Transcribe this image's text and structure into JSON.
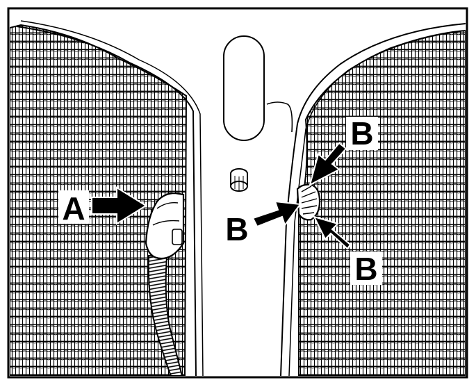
{
  "callouts": {
    "a": "A",
    "b_top": "B",
    "b_left": "B",
    "b_bottom": "B"
  },
  "colors": {
    "ink": "#000000",
    "paper": "#ffffff"
  }
}
